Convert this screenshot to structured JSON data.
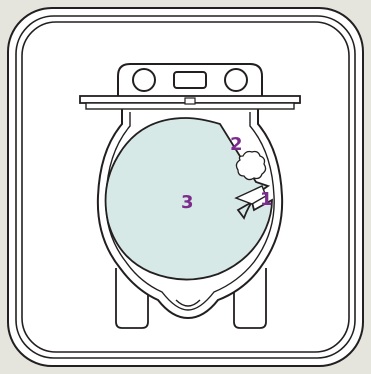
{
  "colors": {
    "background": "#e6e5dd",
    "device_fill": "#ffffff",
    "outline": "#231f20",
    "chamber_fill": "#d6e9e7",
    "callout_purple": "#7b2c8d",
    "callout_dark": "#231f20"
  },
  "callouts": {
    "one": "1",
    "two": "2",
    "three": "3"
  }
}
